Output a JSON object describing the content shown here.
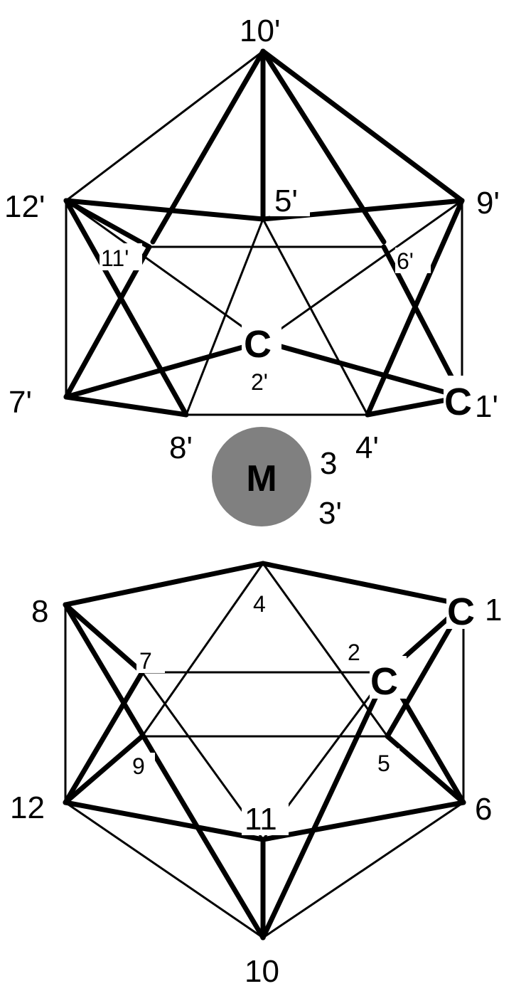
{
  "metal": {
    "symbol": "M",
    "fill": "#808080",
    "bridging_labels": [
      "3",
      "3'"
    ]
  },
  "top_cage": {
    "atoms": [
      "10'",
      "12'",
      "5'",
      "9'",
      "11'",
      "6'",
      "C",
      "2'",
      "7'",
      "8'",
      "4'",
      "C",
      "1'"
    ]
  },
  "bottom_cage": {
    "atoms": [
      "8",
      "4",
      "C",
      "1",
      "7",
      "2",
      "C",
      "9",
      "5",
      "12",
      "11",
      "6",
      "10"
    ]
  }
}
